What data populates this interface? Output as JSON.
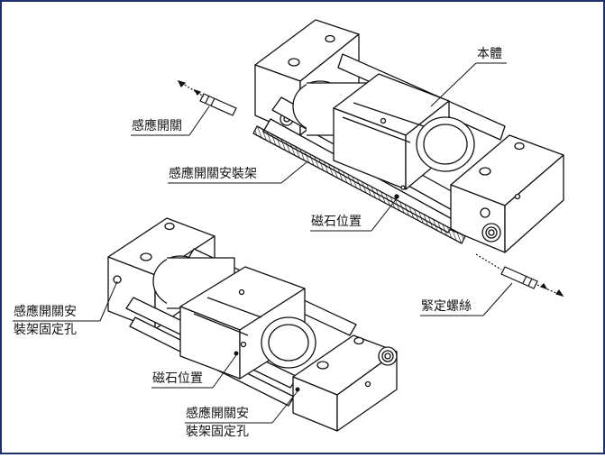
{
  "labels": {
    "body": "本體",
    "sensor_switch": "感應開關",
    "sensor_mount": "感應開關安裝架",
    "magnet_top": "磁石位置",
    "set_screw": "緊定螺絲",
    "mount_hole_left_1": "感應開關安",
    "mount_hole_left_2": "裝架固定孔",
    "magnet_bottom": "磁石位置",
    "mount_hole_bottom_1": "感應開關安",
    "mount_hole_bottom_2": "裝架固定孔"
  },
  "colors": {
    "line": "#111111",
    "frame": "#1d2f6b",
    "background": "#ffffff"
  }
}
